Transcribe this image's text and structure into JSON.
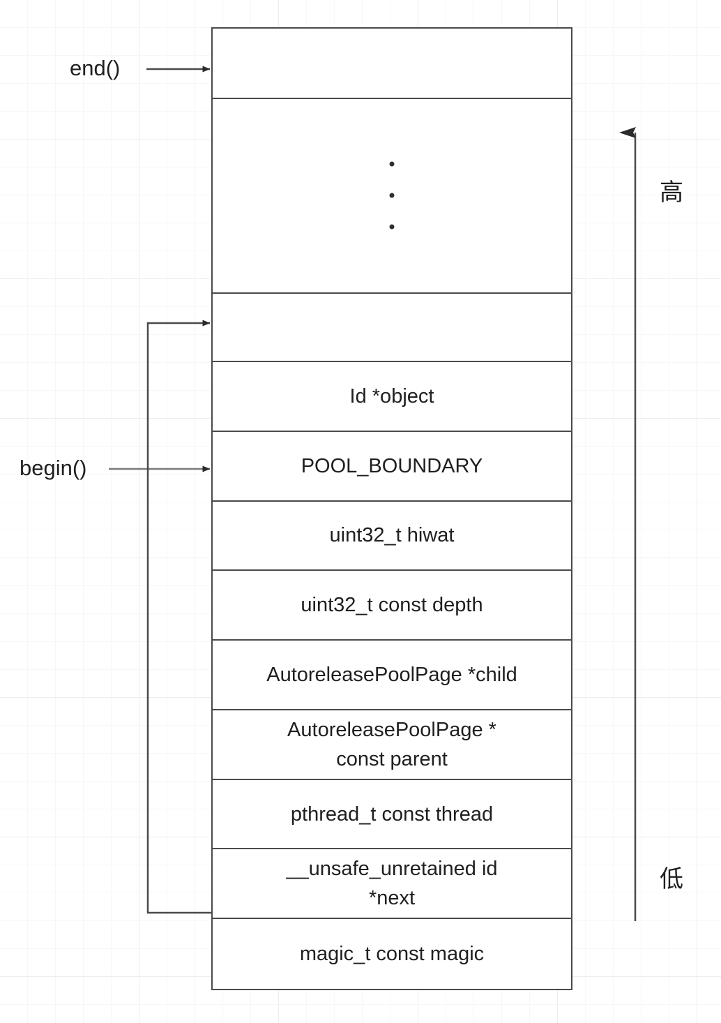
{
  "diagram": {
    "title": "AutoreleasePoolPage memory layout",
    "background": {
      "grid_minor_color": "#f7f7f7",
      "grid_major_color": "#ededed",
      "page_color": "#ffffff"
    },
    "stroke_color": "#4a4a4a",
    "text_color": "#1f1f1f"
  },
  "pointers": {
    "end_label": "end()",
    "begin_label": "begin()"
  },
  "address_axis": {
    "high_label": "高",
    "low_label": "低",
    "direction": "up"
  },
  "memory_box": {
    "rows": [
      {
        "label": "",
        "kind": "empty-top"
      },
      {
        "label": "",
        "kind": "ellipsis-gap",
        "ellipsis": "..."
      },
      {
        "label": "",
        "kind": "empty-slot"
      },
      {
        "label": "Id *object",
        "kind": "field"
      },
      {
        "label": "POOL_BOUNDARY",
        "kind": "field"
      },
      {
        "label": "uint32_t hiwat",
        "kind": "field"
      },
      {
        "label": "uint32_t const depth",
        "kind": "field"
      },
      {
        "label": "AutoreleasePoolPage *child",
        "kind": "field"
      },
      {
        "label": "AutoreleasePoolPage *\nconst parent",
        "kind": "field"
      },
      {
        "label": "pthread_t const thread",
        "kind": "field"
      },
      {
        "label": "__unsafe_unretained id\n*next",
        "kind": "field"
      },
      {
        "label": "magic_t const magic",
        "kind": "field"
      }
    ]
  }
}
